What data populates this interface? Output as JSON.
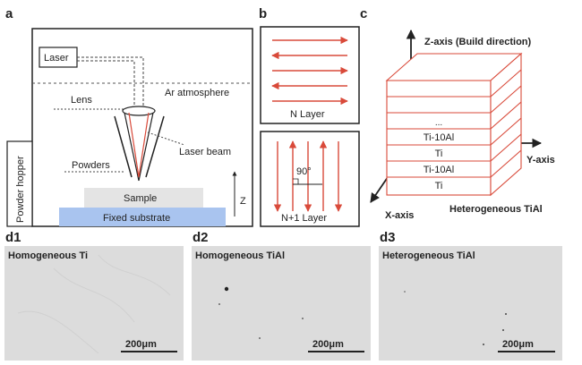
{
  "panels": {
    "a": {
      "letter": "a",
      "laser": "Laser",
      "ar_atmosphere": "Ar atmosphere",
      "lens": "Lens",
      "laser_beam": "Laser beam",
      "powders": "Powders",
      "powder_hopper": "Powder hopper",
      "sample": "Sample",
      "fixed_substrate": "Fixed substrate",
      "z_axis": "Z"
    },
    "b": {
      "letter": "b",
      "n_layer": "N Layer",
      "n1_layer": "N+1 Layer",
      "angle": "90°"
    },
    "c": {
      "letter": "c",
      "z_axis": "Z-axis (Build direction)",
      "y_axis": "Y-axis",
      "x_axis": "X-axis",
      "layer_labels": [
        "...",
        "Ti-10Al",
        "Ti",
        "Ti-10Al",
        "Ti"
      ],
      "caption": "Heterogeneous TiAl"
    },
    "d1": {
      "letter": "d1",
      "caption": "Homogeneous Ti",
      "scale": "200μm"
    },
    "d2": {
      "letter": "d2",
      "caption": "Homogeneous TiAl",
      "scale": "200μm"
    },
    "d3": {
      "letter": "d3",
      "caption": "Heterogeneous TiAl",
      "scale": "200μm"
    }
  },
  "colors": {
    "accent_red": "#d94a3a",
    "substrate_blue": "#a9c4ef",
    "sample_gray": "#e4e4e4",
    "micrograph_gray": "#dcdcdc"
  }
}
